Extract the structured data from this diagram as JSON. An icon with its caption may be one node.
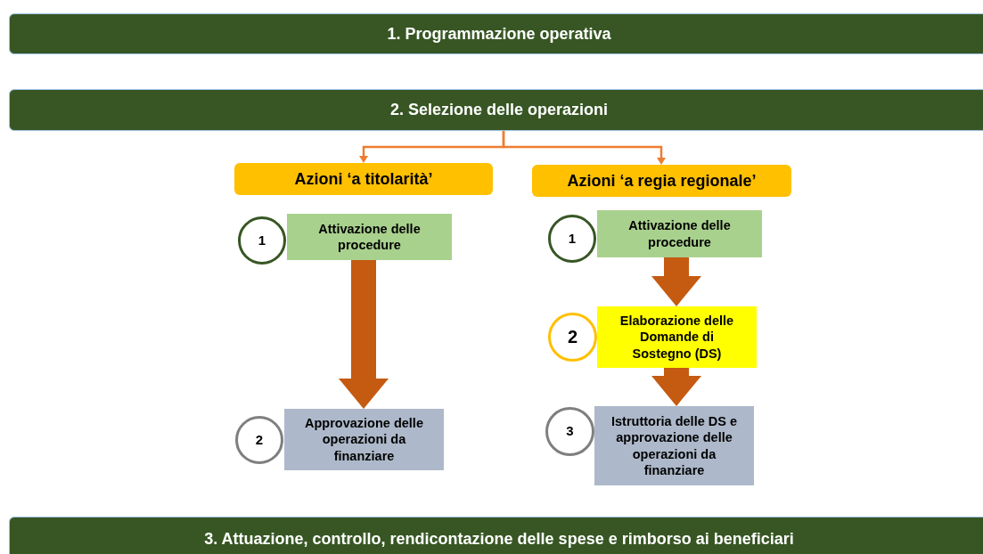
{
  "diagram": {
    "nodes": [
      {
        "text": [
          "1. Programmazione operativa"
        ]
      },
      {
        "text": [
          "2. Selezione delle operazioni"
        ]
      },
      {
        "text": [
          "Azioni ‘a titolarità’"
        ]
      },
      {
        "text": [
          "Azioni ‘a regia regionale’"
        ]
      },
      {
        "text": [
          "1"
        ]
      },
      {
        "text": [
          "Attivazione delle procedure"
        ]
      },
      {
        "text": [
          "2"
        ]
      },
      {
        "text": [
          "Approvazione delle operazioni da finanziare"
        ]
      },
      {
        "text": [
          "1"
        ]
      },
      {
        "text": [
          "Attivazione delle procedure"
        ]
      },
      {
        "text": [
          "2"
        ]
      },
      {
        "text": [
          "Elaborazione delle Domande di Sostegno (DS)"
        ]
      },
      {
        "text": [
          "3"
        ]
      },
      {
        "text": [
          "Istruttoria delle DS e approvazione delle operazioni da finanziare"
        ]
      },
      {
        "text": [
          "3. Attuazione, controllo, rendicontazione delle spese e rimborso ai beneficiari"
        ]
      }
    ],
    "edges": [
      {
        "from": 1,
        "to": 2,
        "arrow": "to",
        "color": "#ed7d31"
      },
      {
        "from": 1,
        "to": 3,
        "arrow": "to",
        "color": "#ed7d31"
      },
      {
        "from": 5,
        "to": 7,
        "arrow": "to"
      },
      {
        "from": 9,
        "to": 11,
        "arrow": "to"
      },
      {
        "from": 11,
        "to": 13,
        "arrow": "to"
      }
    ]
  }
}
